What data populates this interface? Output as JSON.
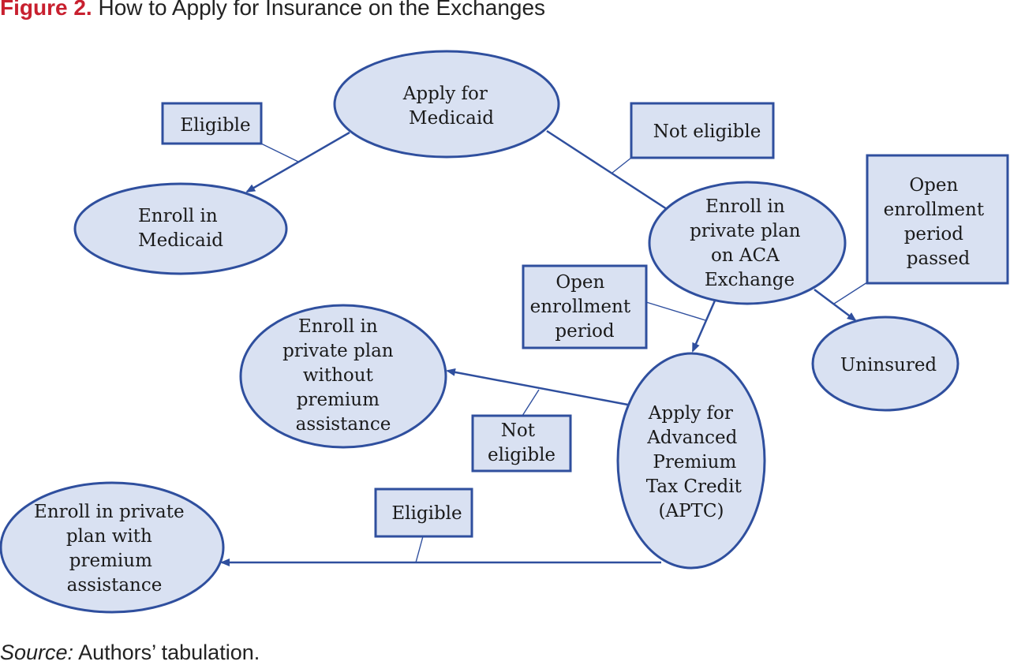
{
  "figure": {
    "label": "Figure 2.",
    "title": "How to Apply for Insurance on the Exchanges",
    "source_label": "Source:",
    "source_text": "Authors’ tabulation."
  },
  "colors": {
    "label_red": "#c8202f",
    "shape_fill": "#d9e1f2",
    "shape_stroke": "#2f4f9e"
  },
  "nodes": {
    "apply_medicaid": [
      "Apply for",
      "Medicaid"
    ],
    "enroll_medicaid": [
      "Enroll in",
      "Medicaid"
    ],
    "enroll_aca": [
      "Enroll in",
      "private plan",
      "on ACA",
      "Exchange"
    ],
    "uninsured": [
      "Uninsured"
    ],
    "enroll_no_assist": [
      "Enroll in",
      "private plan",
      "without",
      "premium",
      "assistance"
    ],
    "apply_aptc": [
      "Apply for",
      "Advanced",
      "Premium",
      "Tax Credit",
      "(APTC)"
    ],
    "enroll_with_assist": [
      "Enroll in private",
      "plan with",
      "premium",
      "assistance"
    ]
  },
  "conditions": {
    "eligible_medicaid": [
      "Eligible"
    ],
    "not_eligible_medicaid": [
      "Not eligible"
    ],
    "open_period_passed": [
      "Open",
      "enrollment",
      "period",
      "passed"
    ],
    "open_period": [
      "Open",
      "enrollment",
      "period"
    ],
    "not_eligible_aptc": [
      "Not",
      "eligible"
    ],
    "eligible_aptc": [
      "Eligible"
    ]
  }
}
